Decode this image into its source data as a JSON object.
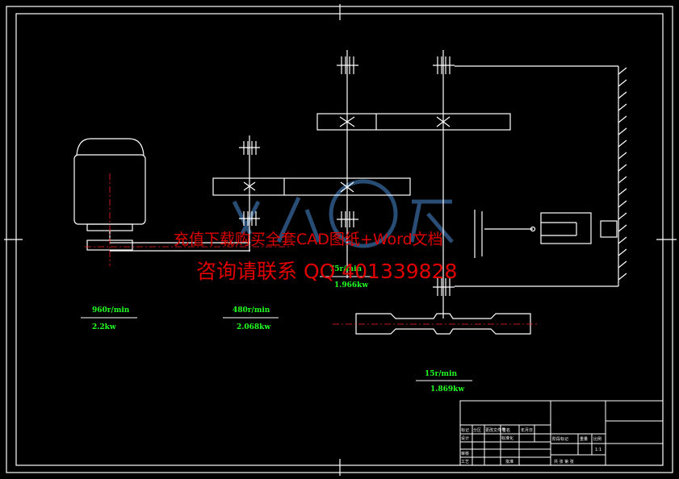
{
  "annotations": {
    "motor_speed": "960r/min",
    "motor_power": "2.2kw",
    "stage1_speed": "480r/min",
    "stage1_power": "2.068kw",
    "stage2_speed": "75r/min",
    "stage2_power": "1.966kw",
    "output_speed": "15r/min",
    "output_power": "1.869kw"
  },
  "watermark": {
    "line1": "充值下载购买全套CAD图纸+Word文档",
    "line2": "咨询请联系 QQ 401339828"
  },
  "title_block": {
    "cells": [
      "标记",
      "分区",
      "更改文件号",
      "签名",
      "年月日",
      "设计",
      "标准化",
      "审核",
      "工艺",
      "批准",
      "阶段标记",
      "重量",
      "比例",
      "1:1",
      "共 张 第 张"
    ]
  },
  "colors": {
    "background": "#000000",
    "line": "#ffffff",
    "centerline": "#ff2020",
    "annotation": "#22ff22",
    "watermark": "#e00000",
    "logo": "#3a6ea5"
  }
}
